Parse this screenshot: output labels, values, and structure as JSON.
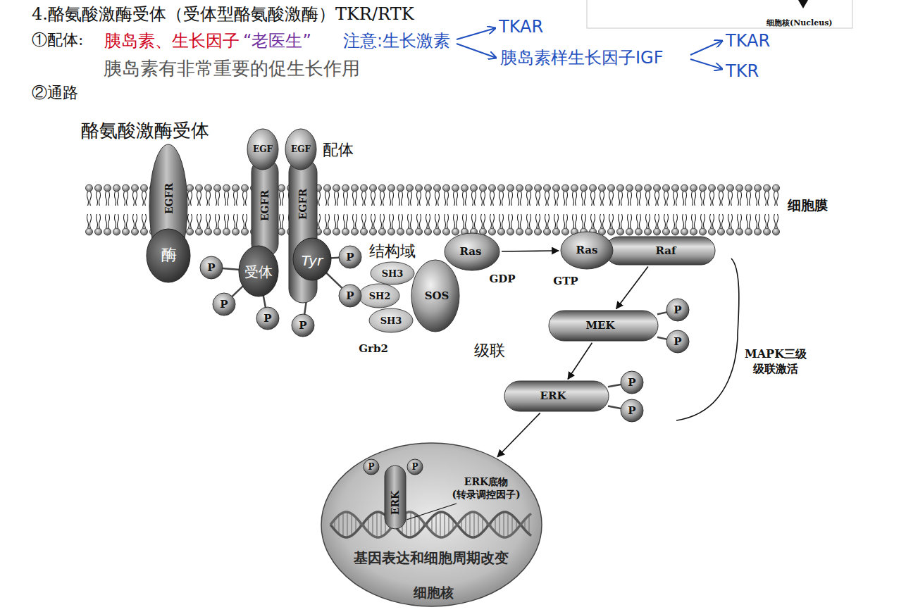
{
  "diagram": {
    "title": "4.酪氨酸激酶受体（受体型酪氨酸激酶）TKR/RTK",
    "nodes": [
      {
        "text": [
          "EGFR",
          "酶"
        ]
      },
      {
        "text": [
          "EGF"
        ]
      },
      {
        "text": [
          "EGFR",
          "受体"
        ]
      },
      {
        "text": [
          "EGF"
        ]
      },
      {
        "text": [
          "EGFR",
          "Tyr"
        ]
      },
      {
        "text": [
          "P"
        ]
      },
      {
        "text": [
          "P"
        ]
      },
      {
        "text": [
          "P"
        ]
      },
      {
        "text": [
          "P"
        ]
      },
      {
        "text": [
          "P"
        ]
      },
      {
        "text": [
          "P"
        ]
      },
      {
        "text": [
          "Grb2"
        ]
      },
      {
        "text": [
          "SH3"
        ],
        "in": 11
      },
      {
        "text": [
          "SH2"
        ],
        "in": 11
      },
      {
        "text": [
          "SH3"
        ],
        "in": 11
      },
      {
        "text": [
          "SOS"
        ]
      },
      {
        "text": [
          "Ras",
          "GDP"
        ]
      },
      {
        "text": [
          "Ras",
          "GTP"
        ]
      },
      {
        "text": [
          "Raf"
        ]
      },
      {
        "text": [
          "MEK"
        ]
      },
      {
        "text": [
          "P"
        ]
      },
      {
        "text": [
          "P"
        ]
      },
      {
        "text": [
          "ERK"
        ]
      },
      {
        "text": [
          "P"
        ]
      },
      {
        "text": [
          "P"
        ]
      },
      {
        "text": [
          "基因表达和细胞周期改变",
          "细胞核"
        ]
      },
      {
        "text": [
          "ERK"
        ],
        "in": 25
      },
      {
        "text": [
          "P"
        ],
        "in": 25
      },
      {
        "text": [
          "P"
        ],
        "in": 25
      }
    ],
    "edges": [
      {
        "from": 2,
        "to": 5,
        "arrow": "none"
      },
      {
        "from": 2,
        "to": 6,
        "arrow": "none"
      },
      {
        "from": 2,
        "to": 7,
        "arrow": "none"
      },
      {
        "from": 4,
        "to": 8,
        "arrow": "none"
      },
      {
        "from": 4,
        "to": 9,
        "arrow": "none"
      },
      {
        "from": 4,
        "to": 10,
        "arrow": "none"
      },
      {
        "from": 16,
        "to": 17,
        "arrow": "to"
      },
      {
        "from": 18,
        "to": 19,
        "arrow": "to"
      },
      {
        "from": 19,
        "to": 20,
        "arrow": "none"
      },
      {
        "from": 19,
        "to": 21,
        "arrow": "none"
      },
      {
        "from": 19,
        "to": 22,
        "arrow": "to"
      },
      {
        "from": 22,
        "to": 23,
        "arrow": "none"
      },
      {
        "from": 22,
        "to": 24,
        "arrow": "none"
      },
      {
        "from": 22,
        "to": 25,
        "arrow": "to"
      }
    ],
    "labels": [
      "①配体:",
      "胰岛素、生长因子",
      "“老医生”",
      "注意:生长激素",
      "TKAR",
      "胰岛素样生长因子IGF",
      "TKAR",
      "TKR",
      "胰岛素有非常重要的促生长作用",
      "②通路",
      "细胞核(Nucleus)",
      "酪氨酸激酶受体",
      "配体",
      "细胞膜",
      "结构域",
      "级联",
      "MAPK三级级联激活",
      "ERK底物 (转录调控因子)"
    ]
  }
}
